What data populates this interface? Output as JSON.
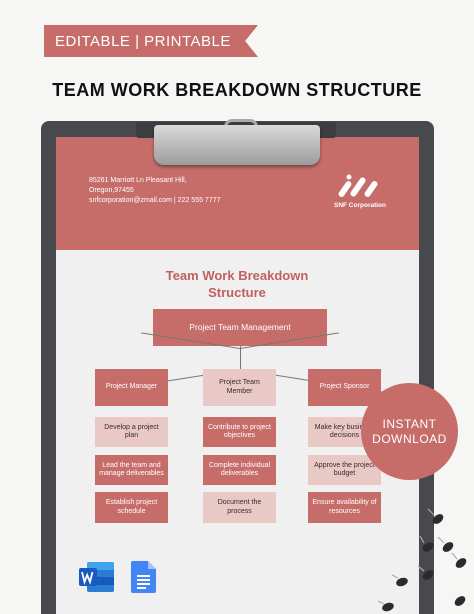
{
  "banner": {
    "label": "EDITABLE | PRINTABLE"
  },
  "title": "TEAM WORK BREAKDOWN STRUCTURE",
  "document": {
    "address_line1": "85261 Marriott Ln Pleasant Hill,",
    "address_line2": "Oregon,97455",
    "contact_line": "snfcorporation@zmail.com | 222 555 7777",
    "company_name": "SNF Corporation",
    "heading_line1": "Team Work Breakdown",
    "heading_line2": "Structure",
    "top_box": "Project Team Management",
    "columns": [
      {
        "head": "Project Manager",
        "items": [
          "Develop a project plan",
          "Lead the team and manage deliverables",
          "Establish project schedule"
        ]
      },
      {
        "head": "Project Team Member",
        "items": [
          "Contribute to project objectives",
          "Complete individual deliverables",
          "Document the process"
        ]
      },
      {
        "head": "Project Sponsor",
        "items": [
          "Make key business decisions",
          "Approve the project budget",
          "Ensure availability of resources"
        ]
      }
    ]
  },
  "badge": {
    "line1": "INSTANT",
    "line2": "DOWNLOAD"
  },
  "colors": {
    "accent": "#c66d6a",
    "light_box": "#e9c9c6",
    "clipboard": "#48494d"
  },
  "icons": [
    "word-icon",
    "google-docs-icon",
    "pushpin-icon"
  ]
}
